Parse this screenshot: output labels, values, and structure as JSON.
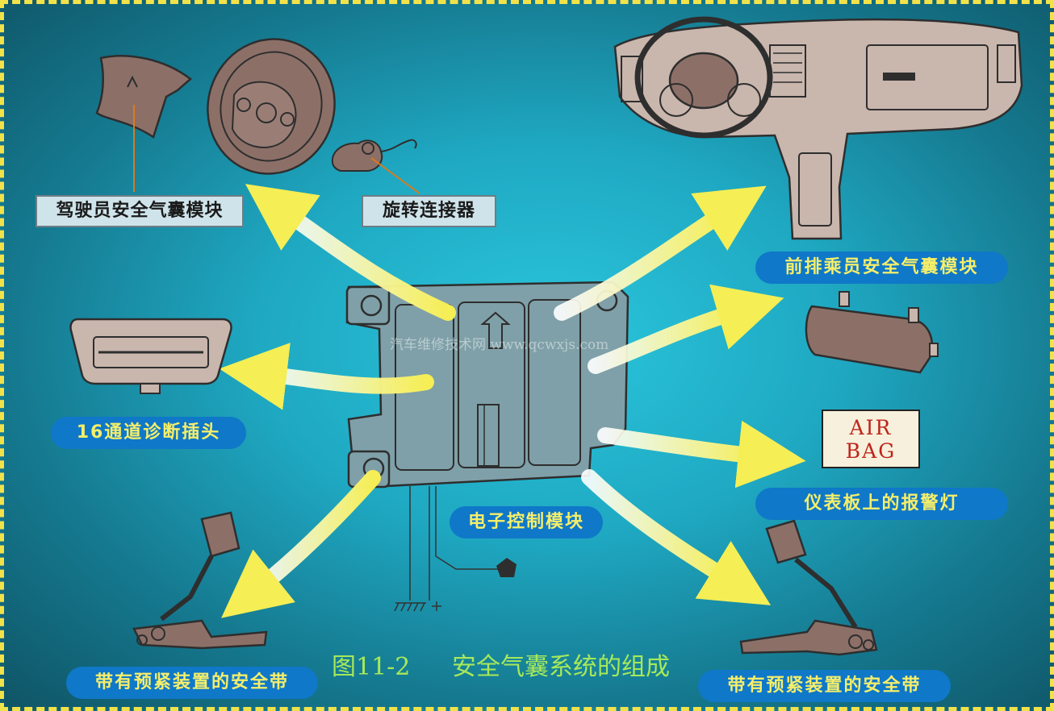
{
  "labels": {
    "driver_module": "驾驶员安全气囊模块",
    "clock_spring": "旋转连接器",
    "passenger_module": "前排乘员安全气囊模块",
    "diagnostic_connector": "16通道诊断插头",
    "control_module": "电子控制模块",
    "warning_lamp": "仪表板上的报警灯",
    "belt_left": "带有预紧装置的安全带",
    "belt_right": "带有预紧装置的安全带"
  },
  "airbag_lamp": {
    "line1": "AIR",
    "line2": "BAG"
  },
  "watermark": "汽车维修技术网 www.qcwxjs.com",
  "caption": {
    "figure": "图11-2",
    "title": "安全气囊系统的组成"
  },
  "colors": {
    "background": "#1fa8c2",
    "arrow": "#f7f27a",
    "pill_bg": "#0f78c8",
    "pill_text": "#f5ee6a",
    "caption": "#a6e95a",
    "airbag_text": "#c0231b",
    "part_fill": "#8c7068"
  }
}
